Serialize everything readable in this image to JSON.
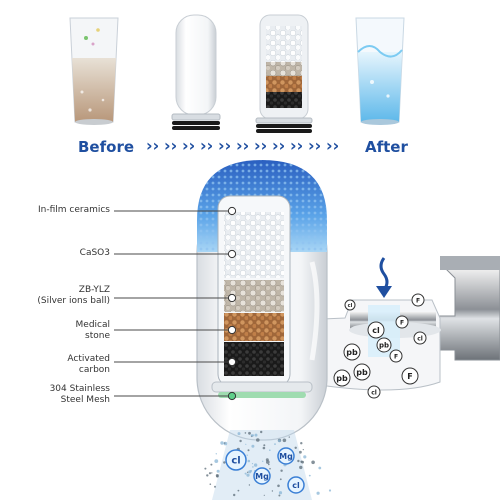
{
  "flow": {
    "before_label": "Before",
    "after_label": "After",
    "arrow_glyph": "›"
  },
  "layers": [
    {
      "label": "In-film  ceramics"
    },
    {
      "label": "CaSO3"
    },
    {
      "label": "ZB-YLZ\n(Silver ions ball)"
    },
    {
      "label": "Medical\nstone"
    },
    {
      "label": "Activated\ncarbon"
    },
    {
      "label": "304 Stainless\nSteel Mesh"
    }
  ],
  "contaminants": {
    "symbols": [
      "cl",
      "pb",
      "F",
      "cl",
      "F",
      "pb",
      "F",
      "cl",
      "pb",
      "cl",
      "F",
      "pb"
    ],
    "output_minerals": [
      "cl",
      "Mg",
      "Mg",
      "cl"
    ]
  },
  "colors": {
    "brand_blue": "#1f4fa0",
    "cap_blue": "#3a7fd5",
    "water_clean": "#9fd6f2",
    "water_dirty": "#c7a98a",
    "mesh_green": "#9fdcb0"
  }
}
